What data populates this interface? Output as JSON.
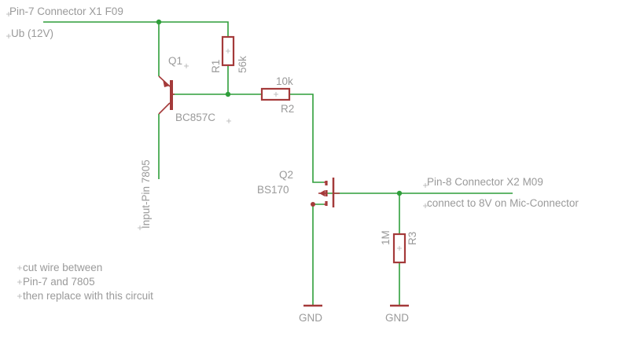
{
  "colors": {
    "wire": "#2f9e3a",
    "component": "#a43a3a",
    "label": "#9a9a9a",
    "background": "#ffffff"
  },
  "labels": {
    "pin7": "Pin-7 Connector X1 F09",
    "ub": "Ub (12V)",
    "input_pin": "Input-Pin 7805",
    "pin8": "Pin-8 Connector X2 M09",
    "connect": "connect to 8V on Mic-Connector",
    "note": [
      "cut wire between",
      "Pin-7 and 7805",
      "then replace with this circuit"
    ]
  },
  "components": {
    "q1": {
      "name": "Q1",
      "value": "BC857C"
    },
    "r1": {
      "name": "R1",
      "value": "56k"
    },
    "r2": {
      "name": "R2",
      "value": "10k"
    },
    "q2": {
      "name": "Q2",
      "value": "BS170"
    },
    "r3": {
      "name": "R3",
      "value": "1M"
    }
  },
  "grounds": [
    "GND",
    "GND"
  ]
}
